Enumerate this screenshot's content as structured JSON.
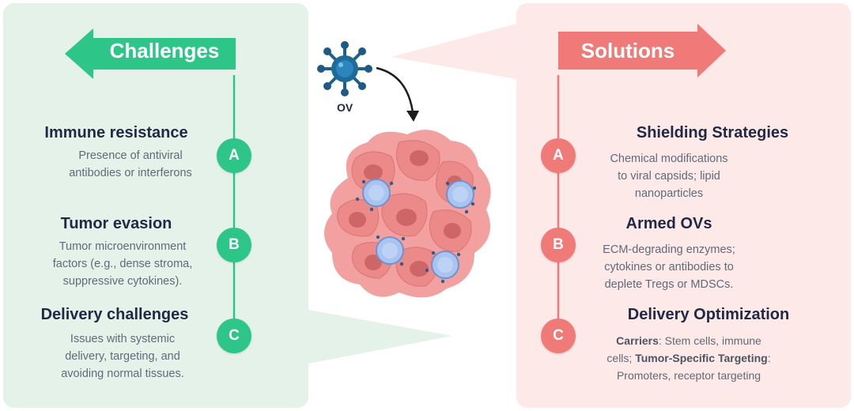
{
  "left": {
    "title": "Challenges",
    "items": [
      {
        "badge": "A",
        "heading": "Immune resistance",
        "desc": [
          "Presence of antiviral",
          "antibodies or interferons"
        ]
      },
      {
        "badge": "B",
        "heading": "Tumor evasion",
        "desc": [
          "Tumor microenvironment",
          "factors (e.g., dense stroma,",
          "suppressive cytokines)."
        ]
      },
      {
        "badge": "C",
        "heading": "Delivery challenges",
        "desc": [
          "Issues with systemic",
          "delivery, targeting, and",
          "avoiding normal tissues."
        ]
      }
    ]
  },
  "right": {
    "title": "Solutions",
    "items": [
      {
        "badge": "A",
        "heading": "Shielding Strategies",
        "desc": [
          "Chemical modifications",
          "to viral capsids; lipid",
          "nanoparticles"
        ]
      },
      {
        "badge": "B",
        "heading": "Armed OVs",
        "desc": [
          "ECM-degrading enzymes;",
          "cytokines or antibodies to",
          "deplete Tregs or MDSCs."
        ]
      },
      {
        "badge": "C",
        "heading": "Delivery Optimization",
        "desc_rich": {
          "bold1": "Carriers",
          "text1": ": Stem cells, immune",
          "text2": "cells; ",
          "bold2": "Tumor-Specific Targeting",
          "text3": ":",
          "text4": "Promoters, receptor targeting"
        }
      }
    ]
  },
  "center": {
    "virus_label": "OV"
  },
  "colors": {
    "green": "#2ec589",
    "red": "#f07a78",
    "green_panel": "#e4f2ea",
    "red_panel": "#fde9e8",
    "heading": "#1f2945"
  },
  "icons": [
    "virus-icon",
    "curved-arrow-icon",
    "tumor-cell-cluster-icon"
  ]
}
